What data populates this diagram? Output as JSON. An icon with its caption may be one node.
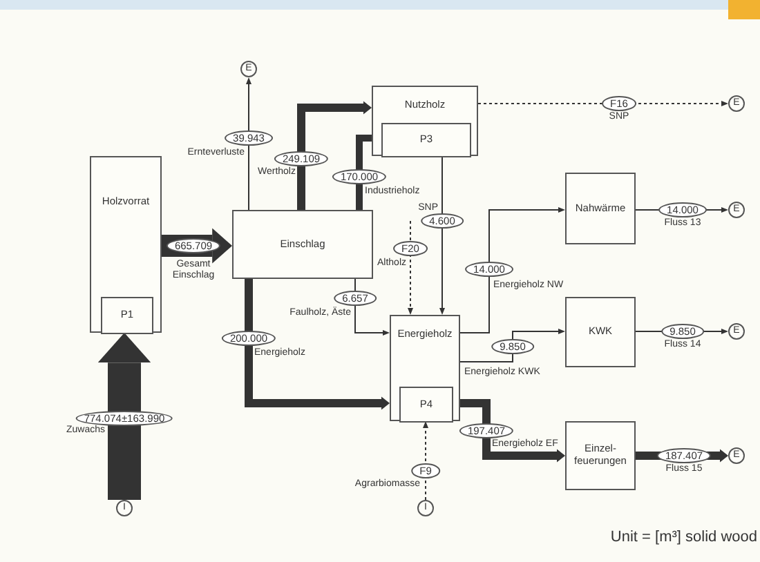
{
  "diagram": {
    "nodes": [
      {
        "text": [
          "Holzvorrat"
        ]
      },
      {
        "text": [
          "P1"
        ],
        "in": 0
      },
      {
        "text": [
          "Einschlag"
        ]
      },
      {
        "text": [
          "Nutzholz"
        ]
      },
      {
        "text": [
          "P3"
        ],
        "in": 3
      },
      {
        "text": [
          "Energieholz"
        ]
      },
      {
        "text": [
          "P4"
        ],
        "in": 5
      },
      {
        "text": [
          "Nahwärme"
        ]
      },
      {
        "text": [
          "KWK"
        ]
      },
      {
        "text": [
          "Einzel-feuerungen"
        ]
      },
      {
        "text": [
          "E"
        ]
      },
      {
        "text": [
          "E"
        ]
      },
      {
        "text": [
          "E"
        ]
      },
      {
        "text": [
          "E"
        ]
      },
      {
        "text": [
          "E"
        ]
      },
      {
        "text": [
          "I"
        ]
      },
      {
        "text": [
          "I"
        ]
      }
    ],
    "edges": [
      {
        "from": 2,
        "to": 10,
        "arrow": "to",
        "label": "39.943"
      },
      {
        "from": 0,
        "to": 2,
        "arrow": "to",
        "label": "665.709",
        "style": "thick"
      },
      {
        "from": 2,
        "to": 3,
        "arrow": "to",
        "label": "249.109",
        "style": "thick"
      },
      {
        "from": 2,
        "to": 4,
        "arrow": "to",
        "label": "170.000",
        "style": "thick"
      },
      {
        "from": 3,
        "to": 11,
        "arrow": "to",
        "label": "F16",
        "style": "dashed"
      },
      {
        "from": 4,
        "to": 5,
        "arrow": "to",
        "label": "4.600"
      },
      {
        "from": null,
        "to": 5,
        "arrow": "to",
        "label": "F20",
        "style": "dashed"
      },
      {
        "from": 2,
        "to": 5,
        "arrow": "to",
        "label": "6.657"
      },
      {
        "from": 2,
        "to": 5,
        "arrow": "to",
        "label": "200.000",
        "style": "thick"
      },
      {
        "from": 5,
        "to": 7,
        "arrow": "to",
        "label": "14.000"
      },
      {
        "from": 5,
        "to": 8,
        "arrow": "to",
        "label": "9.850"
      },
      {
        "from": 6,
        "to": 9,
        "arrow": "to",
        "label": "197.407",
        "style": "thick"
      },
      {
        "from": 7,
        "to": 12,
        "arrow": "to",
        "label": "14.000"
      },
      {
        "from": 8,
        "to": 13,
        "arrow": "to",
        "label": "9.850"
      },
      {
        "from": 9,
        "to": 14,
        "arrow": "to",
        "label": "187.407",
        "style": "thick"
      },
      {
        "from": 15,
        "to": 1,
        "arrow": "to",
        "label": "774.074±163.990",
        "style": "thick"
      },
      {
        "from": 16,
        "to": 6,
        "arrow": "to",
        "label": "F9",
        "style": "dashed"
      }
    ],
    "labels": [
      "Ernteverluste",
      "Wertholz",
      "Industrieholz",
      "SNP",
      "SNP",
      "Gesamt Einschlag",
      "Altholz",
      "Energieholz NW",
      "Fluss 13",
      "Faulholz, Äste",
      "Energieholz",
      "Energieholz KWK",
      "Fluss 14",
      "Zuwachs",
      "Energieholz EF",
      "Fluss 15",
      "Agrarbiomasse",
      "Unit = [m³] solid wood"
    ]
  }
}
